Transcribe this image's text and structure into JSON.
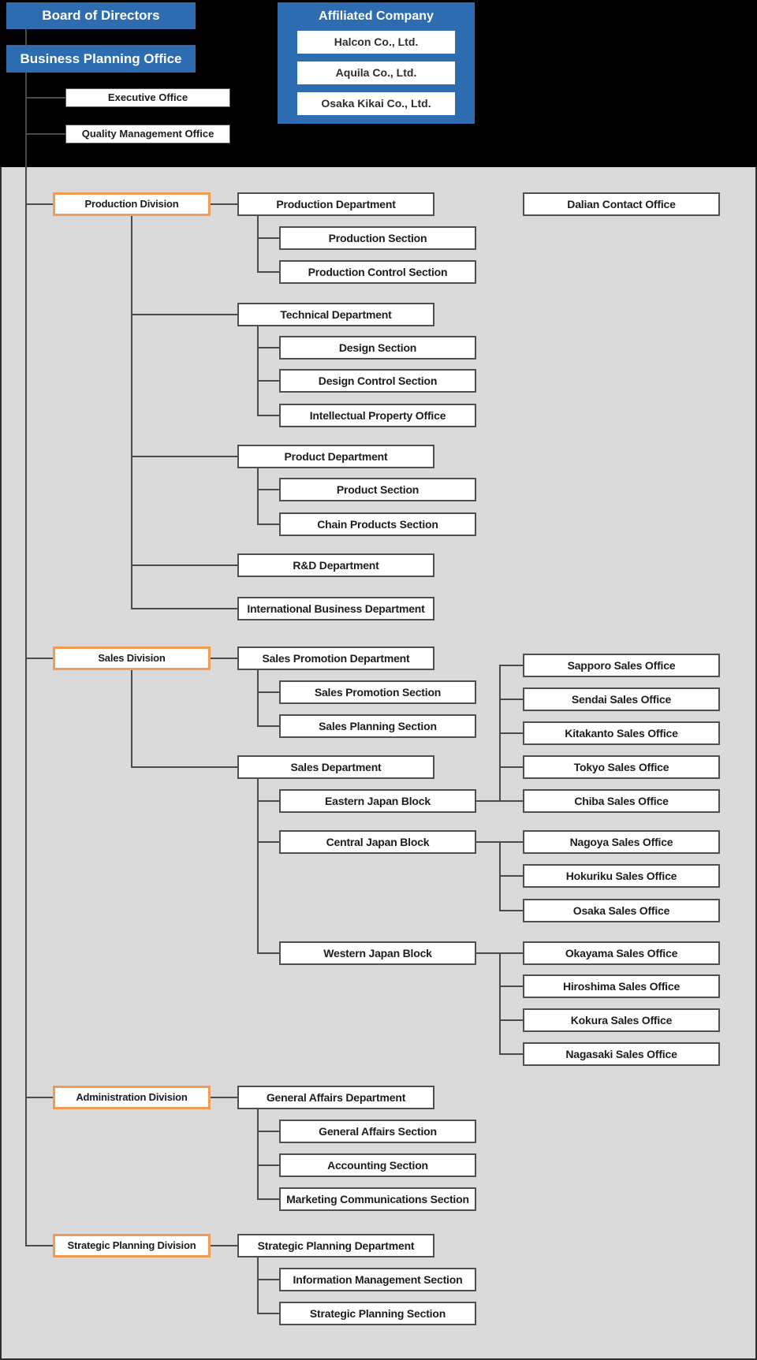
{
  "header": {
    "board_of_directors": "Board of Directors",
    "business_planning_office": "Business Planning Office",
    "staff_offices": [
      "Executive Office",
      "Quality Management Office"
    ],
    "affiliated": {
      "title": "Affiliated Company",
      "companies": [
        "Halcon Co., Ltd.",
        "Aquila Co., Ltd.",
        "Osaka Kikai Co., Ltd."
      ]
    }
  },
  "org": {
    "contact_office": "Dalian Contact Office",
    "groups": [
      {
        "division": "Production Division",
        "departments": [
          {
            "label": "Production Department",
            "sections": [
              "Production Section",
              "Production Control Section"
            ]
          },
          {
            "label": "Technical Department",
            "sections": [
              "Design Section",
              "Design Control Section",
              "Intellectual Property Office"
            ]
          },
          {
            "label": "Product Department",
            "sections": [
              "Product Section",
              "Chain Products Section"
            ]
          },
          {
            "label": "R&D Department"
          },
          {
            "label": "International Business Department"
          }
        ]
      },
      {
        "division": "Sales Division",
        "departments": [
          {
            "label": "Sales Promotion Department",
            "sections": [
              "Sales Promotion Section",
              "Sales Planning Section"
            ]
          },
          {
            "label": "Sales Department",
            "blocks": [
              {
                "label": "Eastern Japan Block",
                "offices": [
                  "Sapporo Sales Office",
                  "Sendai Sales Office",
                  "Kitakanto Sales Office",
                  "Tokyo Sales Office",
                  "Chiba Sales Office"
                ]
              },
              {
                "label": "Central Japan Block",
                "offices": [
                  "Nagoya Sales Office",
                  "Hokuriku Sales Office",
                  "Osaka Sales Office"
                ]
              },
              {
                "label": "Western Japan Block",
                "offices": [
                  "Okayama Sales Office",
                  "Hiroshima Sales Office",
                  "Kokura Sales Office",
                  "Nagasaki Sales Office"
                ]
              }
            ]
          }
        ]
      },
      {
        "division": "Administration Division",
        "departments": [
          {
            "label": "General Affairs Department",
            "sections": [
              "General Affairs Section",
              "Accounting Section",
              "Marketing Communications Section"
            ]
          }
        ]
      },
      {
        "division": "Strategic Planning Division",
        "departments": [
          {
            "label": "Strategic Planning Department",
            "sections": [
              "Information Management Section",
              "Strategic Planning Section"
            ]
          }
        ]
      }
    ]
  },
  "colors": {
    "header_bg": "#000000",
    "chart_bg": "#dadada",
    "accent_blue": "#2d6cb0",
    "division_border_orange": "#f29b52",
    "connector_gray": "#4a4a4a"
  }
}
